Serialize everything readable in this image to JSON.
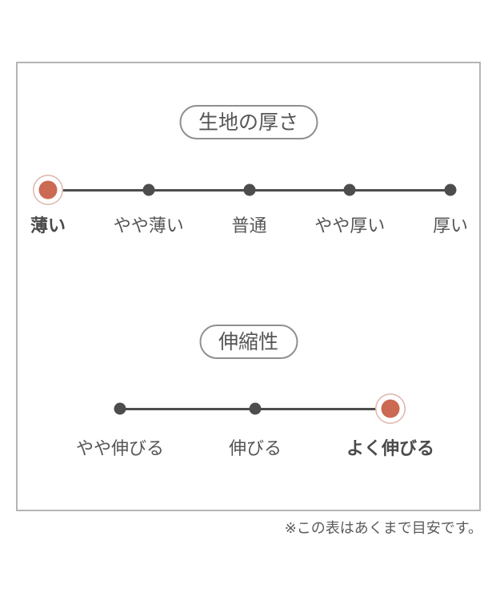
{
  "colors": {
    "background": "#ffffff",
    "panel_border": "#b5b5b5",
    "pill_border": "#8f8f8f",
    "text": "#555555",
    "line": "#4d4d4d",
    "dot": "#4d4d4d",
    "accent": "#cb6952",
    "accent_ring": "#dcb5ab"
  },
  "chart_data": {
    "type": "rating-scales",
    "legend_position": "none",
    "grid": false,
    "scales": [
      {
        "title": "生地の厚さ",
        "options": [
          "薄い",
          "やや薄い",
          "普通",
          "やや厚い",
          "厚い"
        ],
        "selected": "薄い",
        "selected_index": 0
      },
      {
        "title": "伸縮性",
        "options": [
          "やや伸びる",
          "伸びる",
          "よく伸びる"
        ],
        "selected": "よく伸びる",
        "selected_index": 2
      }
    ]
  },
  "footer": {
    "note": "※この表はあくまで目安です。"
  }
}
